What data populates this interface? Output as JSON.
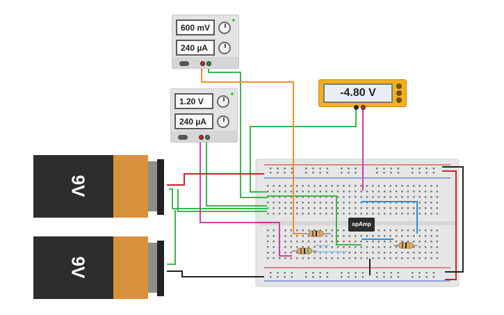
{
  "supply_top": {
    "voltage": "600 mV",
    "current": "240 µA"
  },
  "supply_bottom": {
    "voltage": "1.20 V",
    "current": "240 µA"
  },
  "multimeter": {
    "reading": "-4.80 V"
  },
  "battery_top": {
    "label": "9V"
  },
  "battery_bottom": {
    "label": "9V"
  },
  "opamp": {
    "label": "opAmp"
  },
  "colors": {
    "wire_green": "#3cb44b",
    "wire_orange": "#f0901e",
    "wire_magenta": "#d43aa5",
    "wire_red": "#d62020",
    "wire_black": "#222222",
    "wire_blue": "#2a8fd6",
    "battery_body": "#2d2d2d",
    "battery_cap": "#d8913c",
    "multimeter_body": "#f2b01e",
    "breadboard": "#e6e6e6"
  },
  "icons": [
    "power-switch-icon",
    "knob-icon",
    "led-indicator-icon",
    "terminal-icon"
  ]
}
